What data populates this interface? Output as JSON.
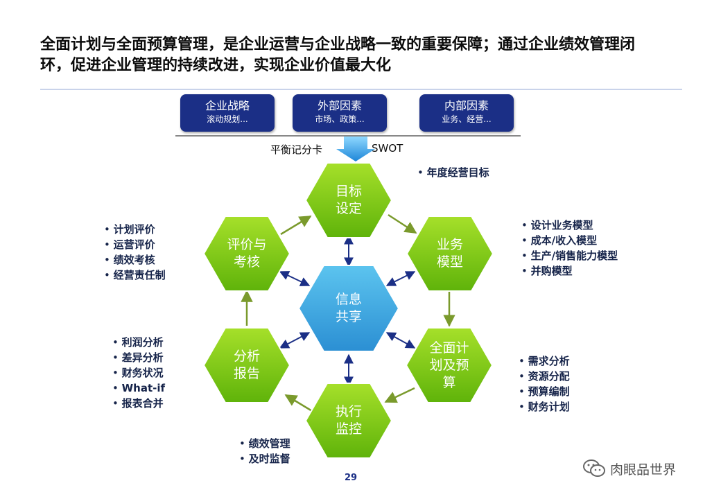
{
  "title": "全面计划与全面预算管理，是企业运营与企业战略一致的重要保障；通过企业绩效管理闭环，促进企业管理的持续改进，实现企业价值最大化",
  "factors": [
    {
      "main": "企业战略",
      "sub": "滚动规划..."
    },
    {
      "main": "外部因素",
      "sub": "市场、政策..."
    },
    {
      "main": "内部因素",
      "sub": "业务、经营..."
    }
  ],
  "methods": {
    "left": "平衡记分卡",
    "right": "SWOT"
  },
  "hexagons": {
    "center": {
      "line1": "信息",
      "line2": "共享"
    },
    "goal": {
      "line1": "目标",
      "line2": "设定"
    },
    "business": {
      "line1": "业务",
      "line2": "模型"
    },
    "plan": {
      "line1": "全面计",
      "line2": "划及预",
      "line3": "算"
    },
    "exec": {
      "line1": "执行",
      "line2": "监控"
    },
    "analysis": {
      "line1": "分析",
      "line2": "报告"
    },
    "eval": {
      "line1": "评价与",
      "line2": "考核"
    }
  },
  "bullets": {
    "goal": [
      "年度经营目标"
    ],
    "business": [
      "设计业务模型",
      "成本/收入模型",
      "生产/销售能力模型",
      "并购模型"
    ],
    "plan": [
      "需求分析",
      "资源分配",
      "预算编制",
      "财务计划"
    ],
    "exec": [
      "绩效管理",
      "及时监督"
    ],
    "analysis": [
      "利润分析",
      "差异分析",
      "财务状况",
      "What-if",
      "报表合并"
    ],
    "eval": [
      "计划评价",
      "运营评价",
      "绩效考核",
      "经营责任制"
    ]
  },
  "colors": {
    "green": "#7ecb12",
    "center_blue": "#3aa5e0",
    "navy": "#1b2f86",
    "arrow_green": "#7a9a2c"
  },
  "page_number": "29",
  "watermark": "肉眼品世界"
}
